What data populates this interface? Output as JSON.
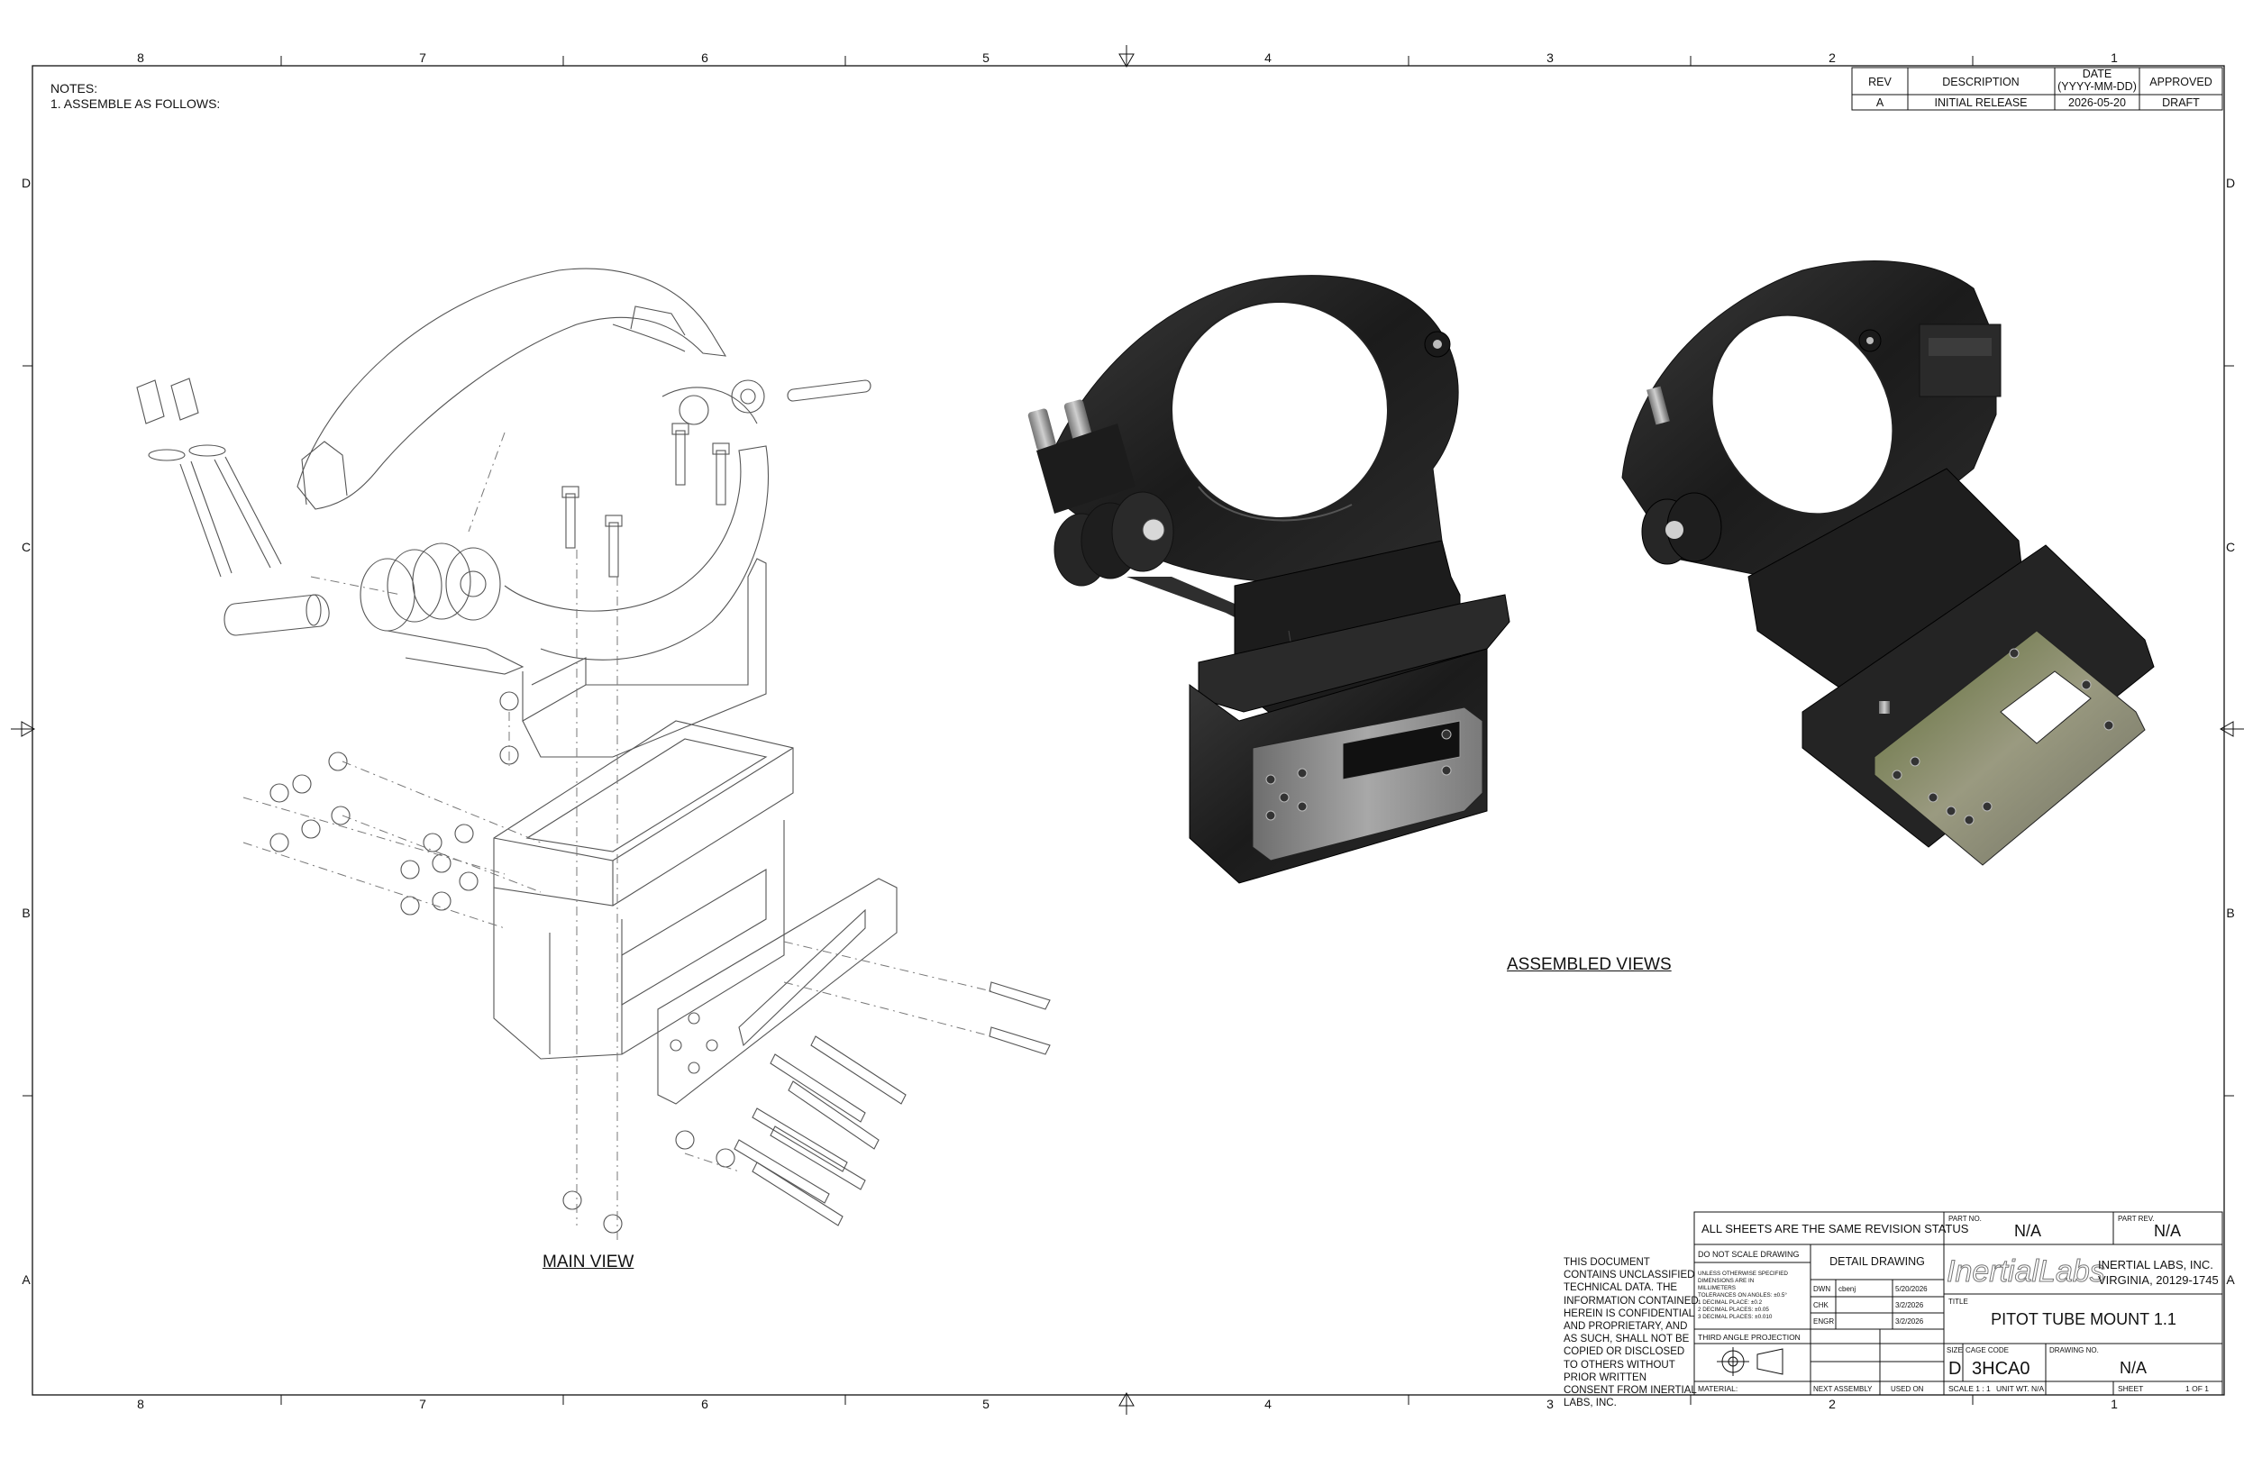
{
  "border": {
    "col_labels": [
      "8",
      "7",
      "6",
      "5",
      "4",
      "3",
      "2",
      "1"
    ],
    "row_labels": [
      "D",
      "C",
      "B",
      "A"
    ]
  },
  "notes": {
    "title": "NOTES:",
    "line1": "1. ASSEMBLE AS FOLLOWS:"
  },
  "revision_table": {
    "headers": [
      "REV",
      "DESCRIPTION",
      "DATE\n(YYYY-MM-DD)",
      "APPROVED"
    ],
    "row": [
      "A",
      "INITIAL RELEASE",
      "2026-05-20",
      "DRAFT"
    ]
  },
  "views": {
    "main": "MAIN VIEW",
    "assembled": "ASSEMBLED VIEWS"
  },
  "confidential": "THIS DOCUMENT CONTAINS UNCLASSIFIED TECHNICAL DATA. THE INFORMATION CONTAINED HEREIN IS CONFIDENTIAL AND PROPRIETARY, AND AS SUCH, SHALL NOT BE COPIED OR DISCLOSED TO OTHERS WITHOUT PRIOR WRITTEN CONSENT FROM INERTIAL LABS, INC.",
  "title_block": {
    "revision_status": "ALL SHEETS ARE THE SAME REVISION STATUS",
    "part_no_label": "PART NO.",
    "part_no": "N/A",
    "part_rev_label": "PART REV.",
    "part_rev": "N/A",
    "do_not_scale": "DO NOT SCALE DRAWING",
    "drawing_type": "DETAIL DRAWING",
    "tolerances": [
      "UNLESS OTHERWISE SPECIFIED",
      "DIMENSIONS ARE IN",
      "MILLIMETERS",
      "TOLERANCES ON ANGLES: ±0.5°",
      "1 DECIMAL PLACE: ±0.2",
      "2 DECIMAL PLACES: ±0.05",
      "3 DECIMAL PLACES: ±0.010"
    ],
    "signoffs": [
      {
        "role": "DWN",
        "name": "cbenj",
        "date": "5/20/2026"
      },
      {
        "role": "CHK",
        "name": "",
        "date": "3/2/2026"
      },
      {
        "role": "ENGR",
        "name": "",
        "date": "3/2/2026"
      }
    ],
    "projection": "THIRD ANGLE PROJECTION",
    "logo": "InertialLabs",
    "company_line1": "INERTIAL LABS, INC.",
    "company_line2": "VIRGINIA, 20129-1745",
    "title_label": "TITLE",
    "title": "PITOT TUBE MOUNT 1.1",
    "size_label": "SIZE",
    "size": "D",
    "cage_label": "CAGE CODE",
    "cage": "3HCA0",
    "drawing_no_label": "DRAWING NO.",
    "drawing_no": "N/A",
    "material_label": "MATERIAL:",
    "next_assembly": "NEXT ASSEMBLY",
    "used_on": "USED ON",
    "scale": "SCALE 1 : 1",
    "unit_wt": "UNIT WT. N/A",
    "sheet_label": "SHEET",
    "sheet": "1  OF  1"
  },
  "colors": {
    "line": "#111111",
    "part_dark": "#1e1e1e",
    "part_mid": "#3a3a3a",
    "plate": "#8a8a8a",
    "plate_olive": "#6a7a3a"
  }
}
